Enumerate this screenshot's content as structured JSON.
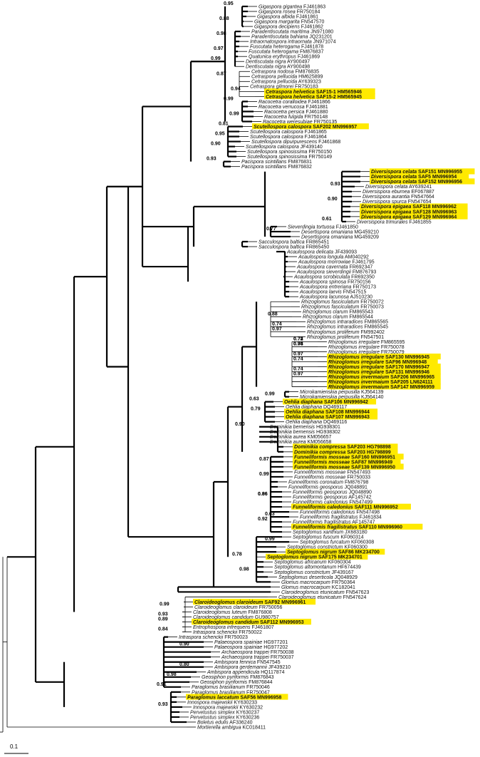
{
  "tips": [
    {
      "g": "Gigaspora gigantea",
      "a": "FJ461863"
    },
    {
      "g": "Gigaspora rosea",
      "a": "FR750184"
    },
    {
      "g": "Gigaspora albida",
      "a": "FJ461861"
    },
    {
      "g": "Gigaspora margarita",
      "a": "FN547570"
    },
    {
      "g": "Gigaspora decipiens",
      "a": "FJ461862"
    },
    {
      "g": "Paradentiscutata maritima",
      "a": "JN971080"
    },
    {
      "g": "Paradentiscutata bahiana",
      "a": "JQ231201"
    },
    {
      "g": "Intraornatospora intraornata",
      "a": "JN971074"
    },
    {
      "g": "Fuscutata heterogama",
      "a": "FJ461878"
    },
    {
      "g": "Fuscutata heterogama",
      "a": "FM876837"
    },
    {
      "g": "Quatunica erythropus",
      "a": "FJ461869"
    },
    {
      "g": "Dentiscutata nigra",
      "a": "AY900497"
    },
    {
      "g": "Dentiscutata nigra",
      "a": "AY900498"
    },
    {
      "g": "Cetraspora nodosa",
      "a": "FM876835"
    },
    {
      "g": "Cetraspora pellucida",
      "a": "HM625899"
    },
    {
      "g": "Cetraspora pellucida",
      "a": "AY639323"
    },
    {
      "g": "Cetraspora gilmorei",
      "a": "FR750183"
    },
    {
      "g": "Cetraspora helvetica",
      "a": "SAF15-1 HM565946",
      "h": true
    },
    {
      "g": "Cetraspora helvetica",
      "a": "SAF15-2 HM565945",
      "h": true
    },
    {
      "g": "Racocetra coralloidea",
      "a": "FJ461866"
    },
    {
      "g": "Racocetra verrucosa",
      "a": "FJ461881"
    },
    {
      "g": "Racocetra persica",
      "a": "FJ461880"
    },
    {
      "g": "Racocetra fulgida",
      "a": "FR750148"
    },
    {
      "g": "Racocetra weresubiae",
      "a": "FR750135"
    },
    {
      "g": "Scutellospora calospora",
      "a": "SAF202 MN996957",
      "h": true
    },
    {
      "g": "Scutellospora calospora",
      "a": "FJ461865"
    },
    {
      "g": "Scutellospora calospora",
      "a": "FJ461864"
    },
    {
      "g": "Scutellospora dipurpurescens",
      "a": "FJ461868"
    },
    {
      "g": "Scutellospora calospora",
      "a": "JF439140"
    },
    {
      "g": "Scutellospora spinosissima",
      "a": "FR750150"
    },
    {
      "g": "Scutellospora spinosissima",
      "a": "FR750149"
    },
    {
      "g": "Pacispora scintillans",
      "a": "FM876831"
    },
    {
      "g": "Pacispora scintillans",
      "a": "FM876832"
    },
    {
      "g": "Diversispora celata",
      "a": "SAF151 MN996955",
      "h": true
    },
    {
      "g": "Diversispora celata",
      "a": "SAF5 MN996954",
      "h": true
    },
    {
      "g": "Diversispora celata",
      "a": "SAF152 MN996956",
      "h": true
    },
    {
      "g": "Diversispora celata",
      "a": "AY639241"
    },
    {
      "g": "Diversispora eburnea",
      "a": "EF067887"
    },
    {
      "g": "Diversispora aurantia",
      "a": "FN547664"
    },
    {
      "g": "Diversispora spurca",
      "a": "FN547654"
    },
    {
      "g": "Diversispora epigaea",
      "a": "SAF118 MN996962",
      "h": true
    },
    {
      "g": "Diversispora epigaea",
      "a": "SAF128 MN996963",
      "h": true
    },
    {
      "g": "Diversispora epigaea",
      "a": "SAF129 MN996964",
      "h": true
    },
    {
      "g": "Diversispora trimurales",
      "a": "FJ461855"
    },
    {
      "g": "Sieverdingia tortuosa",
      "a": "FJ461850"
    },
    {
      "g": "Desertispora omaniana",
      "a": "MG459210"
    },
    {
      "g": "Desertispora omaniana",
      "a": "MG459209"
    },
    {
      "g": "Sacculospora baltica",
      "a": "FR865451"
    },
    {
      "g": "Sacculospora baltica",
      "a": "FR865450"
    },
    {
      "g": "Acaulospora delicata",
      "a": "JF439093"
    },
    {
      "g": "Acaulospora longula",
      "a": "AM040292"
    },
    {
      "g": "Acaulospora morrowiae",
      "a": "FJ461795"
    },
    {
      "g": "Acaulospora cavernata",
      "a": "FR692347"
    },
    {
      "g": "Acaulospora sieverdingii",
      "a": "FM876793"
    },
    {
      "g": "Acaulospora scrobiculata",
      "a": "FR692350"
    },
    {
      "g": "Acaulospora spinosa",
      "a": "FR750156"
    },
    {
      "g": "Acaulospora entreriana",
      "a": "FR750173"
    },
    {
      "g": "Acaulospora laevis",
      "a": "FN547515"
    },
    {
      "g": "Acaulospora lacunosa",
      "a": "AJ510230"
    },
    {
      "g": "Rhizoglomus fasciculatum",
      "a": "FR750072"
    },
    {
      "g": "Rhizoglomus fasciculatum",
      "a": "FR750073"
    },
    {
      "g": "Rhizoglomus clarum",
      "a": "FM865543"
    },
    {
      "g": "Rhizoglomus clarum",
      "a": "FM865544"
    },
    {
      "g": "Rhizoglomus intraradices",
      "a": "FM865565"
    },
    {
      "g": "Rhizoglomus intraradices",
      "a": "FM865545"
    },
    {
      "g": "Rhizoglomus proliferum",
      "a": "FM992402"
    },
    {
      "g": "Rhizoglomus proliferum",
      "a": "FN547501"
    },
    {
      "g": "Rhizoglomus irregulare",
      "a": "FM865595"
    },
    {
      "g": "Rhizoglomus irregulare",
      "a": "FR750078"
    },
    {
      "g": "Rhizoglomus irregulare",
      "a": "FR750079"
    },
    {
      "g": "Rhizoglomus irregulare",
      "a": "SAF130 MN996945",
      "h": true
    },
    {
      "g": "Rhizoglomus irregulare",
      "a": "SAF96 MN996948",
      "h": true
    },
    {
      "g": "Rhizoglomus irregulare",
      "a": "SAF170 MN996947",
      "h": true
    },
    {
      "g": "Rhizoglomus irregulare",
      "a": "SAF131 MN996946",
      "h": true
    },
    {
      "g": "Rhizoglomus invermaium",
      "a": "SAF206 MN996965",
      "h": true
    },
    {
      "g": "Rhizoglomus invermaium",
      "a": "SAF205 LN624111",
      "h": true
    },
    {
      "g": "Rhizoglomus invermaium",
      "a": "SAF147 MN996959",
      "h": true
    },
    {
      "g": "Microkamienskia perpusilla",
      "a": "KJ564139"
    },
    {
      "g": "Microkamienskia perpusilla",
      "a": "KJ564140"
    },
    {
      "g": "Oehlia diaphana",
      "a": "SAF106 MN996942",
      "h": true
    },
    {
      "g": "Oehlia diaphana",
      "a": "DQ469117"
    },
    {
      "g": "Oehlia diaphana",
      "a": "SAF108 MN996944",
      "h": true
    },
    {
      "g": "Oehlia diaphana",
      "a": "SAF107 MN996943",
      "h": true
    },
    {
      "g": "Oehlia diaphana",
      "a": "DQ469116"
    },
    {
      "g": "Dominikia bernensis",
      "a": "HG938301"
    },
    {
      "g": "Dominikia bernensis",
      "a": "HG938302"
    },
    {
      "g": "Dominikia aurea",
      "a": "KM056657"
    },
    {
      "g": "Dominikia aurea",
      "a": "KM056658"
    },
    {
      "g": "Dominikia compressa",
      "a": "SAF203 HG798898",
      "h": true
    },
    {
      "g": "Dominikia compressa",
      "a": "SAF203 HG798899",
      "h": true
    },
    {
      "g": "Funneliformis mosseae",
      "a": "SAF160 MN996951",
      "h": true
    },
    {
      "g": "Funneliformis mosseae",
      "a": "SAF87 MN996949",
      "h": true
    },
    {
      "g": "Funneliformis mosseae",
      "a": "SAF139 MN996950",
      "h": true
    },
    {
      "g": "Funneliformis mosseae",
      "a": "FN547493"
    },
    {
      "g": "Funneliformis mosseae",
      "a": "FR750033"
    },
    {
      "g": "Funneliformis coronatum",
      "a": "FM876798"
    },
    {
      "g": "Funneliformis geosporus",
      "a": "JQ048891"
    },
    {
      "g": "Funneliformis geosporus",
      "a": "JQ048890"
    },
    {
      "g": "Funneliformis geosporus",
      "a": "AF145742"
    },
    {
      "g": "Funneliformis caledonius",
      "a": "FN547499"
    },
    {
      "g": "Funneliformis caledonius",
      "a": "SAF111 MN996952",
      "h": true
    },
    {
      "g": "Funneliformis caledonius",
      "a": "FN547498"
    },
    {
      "g": "Funneliformis fragilistratus",
      "a": "FJ461834"
    },
    {
      "g": "Funneliformis fragilistratus",
      "a": "AF145747"
    },
    {
      "g": "Funneliformis fragilistratus",
      "a": "SAF110 MN996960",
      "h": true
    },
    {
      "g": "Septoglomus xanthium",
      "a": "JX683180"
    },
    {
      "g": "Septoglomus fuscum",
      "a": "KF060314"
    },
    {
      "g": "Septoglomus furcatum",
      "a": "KF060308"
    },
    {
      "g": "Septoglomus constrictum",
      "a": "KF060300"
    },
    {
      "g": "Septoglomus nigrum",
      "a": "SAF86 MK234700",
      "h": true
    },
    {
      "g": "Septoglomus nigrum",
      "a": "SAF175 MK234701",
      "h": true
    },
    {
      "g": "Septoglomus africanum",
      "a": "KF060304"
    },
    {
      "g": "Septoglomus altomontanum",
      "a": "HF674439"
    },
    {
      "g": "Septoglomus constrictum",
      "a": "JF439167"
    },
    {
      "g": "Septoglomus deserticola",
      "a": "JQ048929"
    },
    {
      "g": "Glomus macrocarpum",
      "a": "FR750364"
    },
    {
      "g": "Glomus macrocarpum",
      "a": "KC182041"
    },
    {
      "g": "Claroideoglomus etunicatum",
      "a": "FN547623"
    },
    {
      "g": "Claroideoglomus etunicatum",
      "a": "FN547624"
    },
    {
      "g": "Claroideoglomus claroideum",
      "a": "SAF92 MN996961",
      "h": true
    },
    {
      "g": "Claroideoglomus claroideum",
      "a": "FR750056"
    },
    {
      "g": "Claroideoglomus luteum",
      "a": "FM876808"
    },
    {
      "g": "Claroideoglomus candidum",
      "a": "GU980757"
    },
    {
      "g": "Claroideoglomus candidum",
      "a": "SAF112 MN996953",
      "h": true
    },
    {
      "g": "Entrophospora infrequens",
      "a": "FJ461807"
    },
    {
      "g": "Intraspora schenckii",
      "a": "FR750022"
    },
    {
      "g": "Intraspora schenckii",
      "a": "FR750023"
    },
    {
      "g": "Palaeospora spainiae",
      "a": "HG977201"
    },
    {
      "g": "Palaeospora spainiae",
      "a": "HG977202"
    },
    {
      "g": "Archaeospora trappei",
      "a": "FR750038"
    },
    {
      "g": "Archaeospora trappei",
      "a": "FR750037"
    },
    {
      "g": "Ambispora fennica",
      "a": "FN547545"
    },
    {
      "g": "Ambispora gerdemannii",
      "a": "JF439210"
    },
    {
      "g": "Ambispora appendicula",
      "a": "HQ117874"
    },
    {
      "g": "Geosiphon pyriformis",
      "a": "FM876843"
    },
    {
      "g": "Geosiphon pyriformis",
      "a": "FM876844"
    },
    {
      "g": "Paraglomus brasilianum",
      "a": "FR750046"
    },
    {
      "g": "Paraglomus brasilianum",
      "a": "FR750047"
    },
    {
      "g": "Paraglomus laccatum",
      "a": "SAF56 MN996958",
      "h": true
    },
    {
      "g": "Innospora majewskii",
      "a": "KY630233"
    },
    {
      "g": "Innospora majewskii",
      "a": "KY630232"
    },
    {
      "g": "Pervetustus simplex",
      "a": "KY630237"
    },
    {
      "g": "Pervetustus simplex",
      "a": "KY630236"
    },
    {
      "g": "Boletus edulis",
      "a": "AF336240"
    },
    {
      "g": "Mortierella ambigua",
      "a": "KC018411"
    }
  ],
  "supports": [
    {
      "v": "0.95",
      "t": 0
    },
    {
      "v": "0.88",
      "t": 3
    },
    {
      "v": "0.98",
      "t": 6
    },
    {
      "v": "0.97",
      "t": 9
    },
    {
      "v": "0.99",
      "t": 11
    },
    {
      "v": "0.87",
      "t": 14
    },
    {
      "v": "0.94",
      "t": 17
    },
    {
      "v": "0.99",
      "t": 19
    },
    {
      "v": "0.99",
      "t": 22
    },
    {
      "v": "0.93",
      "t": 31
    },
    {
      "v": "0.81",
      "t": 24
    },
    {
      "v": "0.95",
      "t": 26
    },
    {
      "v": "0.90",
      "t": 28
    },
    {
      "v": "0.93",
      "t": 36
    },
    {
      "v": "0.90",
      "t": 39
    },
    {
      "v": "0.61",
      "t": 43
    },
    {
      "v": "0.88",
      "t": 62
    },
    {
      "v": "0.74",
      "t": 64
    },
    {
      "v": "0.97",
      "t": 65
    },
    {
      "v": "0.98",
      "t": 68
    },
    {
      "v": "0.74",
      "t": 67
    },
    {
      "v": "0.72",
      "t": 67
    },
    {
      "v": "0.74",
      "t": 68
    },
    {
      "v": "0.74",
      "t": 71
    },
    {
      "v": "0.97",
      "t": 70
    },
    {
      "v": "0.74",
      "t": 73
    },
    {
      "v": "0.97",
      "t": 74
    },
    {
      "v": "0.99",
      "t": 78
    },
    {
      "v": "0.63",
      "t": 79
    },
    {
      "v": "0.79",
      "t": 81
    },
    {
      "v": "0.90",
      "t": 84
    },
    {
      "v": "0.87",
      "t": 91
    },
    {
      "v": "0.99",
      "t": 94
    },
    {
      "v": "0.96",
      "t": 98
    },
    {
      "v": "0.63",
      "t": 102
    },
    {
      "v": "0.86",
      "t": 98
    },
    {
      "v": "0.99",
      "t": 107
    },
    {
      "v": "0.78",
      "t": 110
    },
    {
      "v": "0.98",
      "t": 113
    },
    {
      "v": "0.77",
      "t": 45
    },
    {
      "v": "0.99",
      "t": 120
    },
    {
      "v": "0.93",
      "t": 122
    },
    {
      "v": "0.89",
      "t": 123
    },
    {
      "v": "0.84",
      "t": 125
    },
    {
      "v": "0.90",
      "t": 128
    },
    {
      "v": "0.80",
      "t": 132
    },
    {
      "v": "0.98",
      "t": 134
    },
    {
      "v": "0.91",
      "t": 136
    },
    {
      "v": "0.93",
      "t": 140
    },
    {
      "v": "0.92",
      "t": 103
    }
  ],
  "scale": {
    "label": "0.1"
  }
}
